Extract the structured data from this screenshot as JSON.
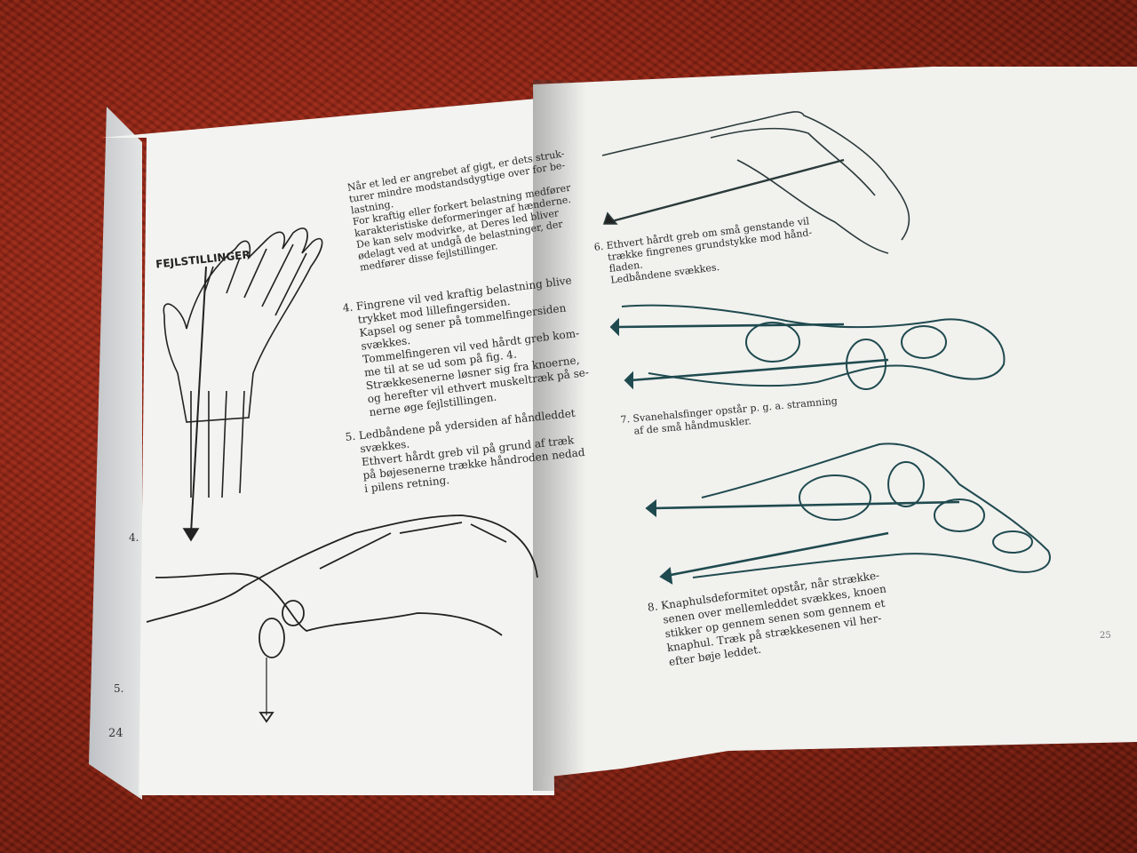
{
  "left_page": {
    "heading": "FEJLSTILLINGER",
    "intro": "Når et led er angrebet af gigt, er dets struk-\nturer mindre modstandsdygtige over for be-\nlastning.\nFor kraftig eller forkert belastning medfører\nkarakteristiske deformeringer af hænderne.\nDe kan selv modvirke, at Deres led bliver\nødelagt ved at undgå de belastninger, der\nmedfører disse fejlstillinger.",
    "item4": "4. Fingrene vil ved kraftig belastning blive\n    trykket mod lillefingersiden.\n    Kapsel og sener på tommelfingersiden\n    svækkes.\n    Tommelfingeren vil ved hårdt greb kom-\n    me til at se ud som på fig. 4.\n    Strækkesenerne løsner sig fra knoerne,\n    og herefter vil ethvert muskeltræk på se-\n    nerne øge fejlstillingen.",
    "item5": "5. Ledbåndene på ydersiden af håndleddet\n    svækkes.\n    Ethvert hårdt greb vil på grund af træk\n    på bøjesenerne trække håndroden nedad\n    i pilens retning.",
    "fig4_label": "4.",
    "fig5_label": "5.",
    "page_number": "24"
  },
  "right_page": {
    "item6": "6. Ethvert hårdt greb om små genstande vil\n    trække fingrenes grundstykke mod hånd-\n    fladen.\n    Ledbåndene svækkes.",
    "item7": "7. Svanehalsfinger opstår p. g. a. stramning\n    af de små håndmuskler.",
    "item8": "8. Knaphulsdeformitet opstår, når strække-\n    senen over mellemleddet svækkes, knoen\n    stikker op gennem senen som gennem et\n    knaphul. Træk på strækkesenen vil her-\n    efter bøje leddet.",
    "fig6_label": "6.",
    "fig7_label": "7.",
    "fig8_label": "8.",
    "page_number": "25"
  },
  "colors": {
    "carpet": "#8a2314",
    "paper": "#f2f2ef",
    "ink": "#2a2a2a",
    "teal_ink": "#1f4a4f"
  }
}
